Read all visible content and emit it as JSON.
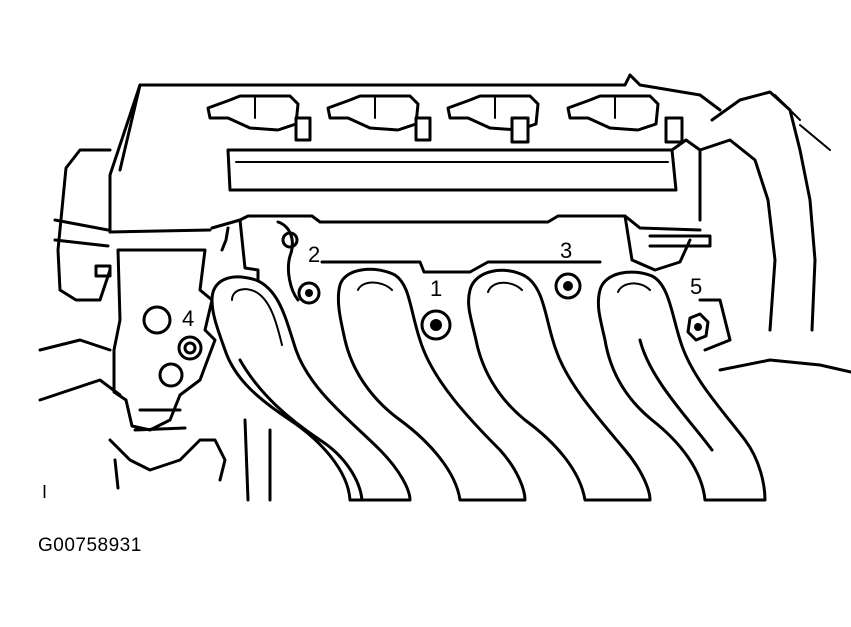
{
  "figure_id": "G00758931",
  "bolt_labels": [
    "1",
    "2",
    "3",
    "4",
    "5"
  ],
  "marker": "I",
  "colors": {
    "line": "#000000",
    "background": "#ffffff"
  }
}
